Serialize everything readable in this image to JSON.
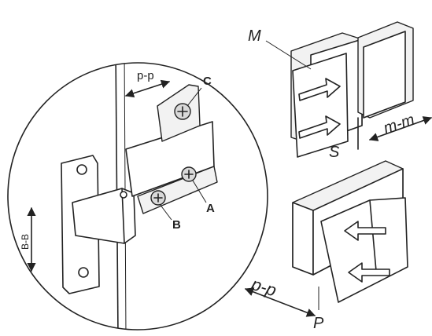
{
  "labels": {
    "pp_top": "p-p",
    "c": "C",
    "a": "A",
    "b": "B",
    "bb": "B-B",
    "m": "M",
    "mm": "m-m",
    "s": "S",
    "pp_bottom": "p-p",
    "p": "P"
  },
  "colors": {
    "line": "#222222",
    "background": "#ffffff"
  }
}
